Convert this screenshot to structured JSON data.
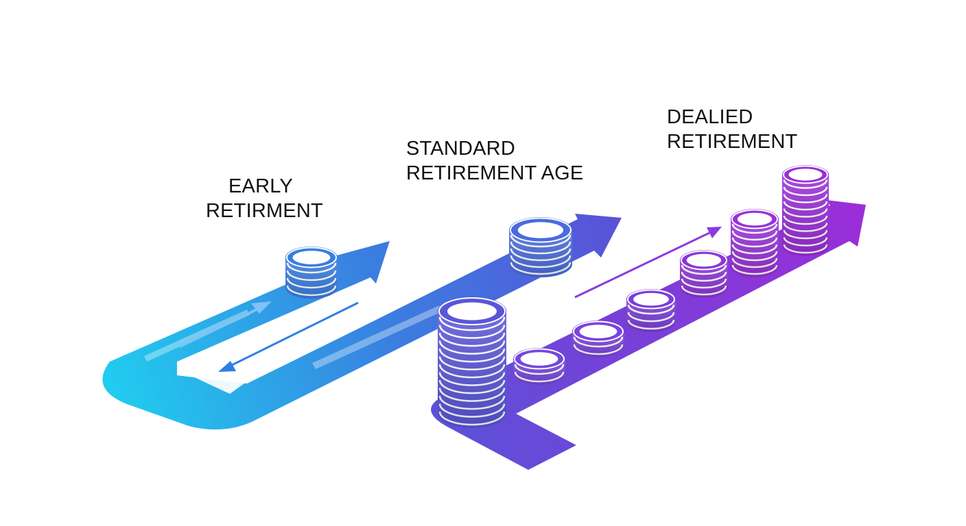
{
  "labels": {
    "early": {
      "line1": "EARLY",
      "line2": "RETIRMENT"
    },
    "standard": {
      "line1": "STANDARD",
      "line2": "RETIREMENT AGE"
    },
    "delayed": {
      "line1": "DEALIED",
      "line2": "RETIREMENT"
    }
  },
  "colors": {
    "cyan": "#1fd0f0",
    "blue": "#3a7ee0",
    "indigo": "#5a52d8",
    "violet": "#7a3ed8",
    "purple": "#9a2ed8",
    "coin_stripe": "#ffffff"
  },
  "coin_stacks": [
    {
      "stage": "early",
      "coins": 5
    },
    {
      "stage": "standard",
      "coins": 6
    },
    {
      "stage": "standard",
      "coins": 14
    },
    {
      "stage": "delayed",
      "coins": 3
    },
    {
      "stage": "delayed",
      "coins": 3
    },
    {
      "stage": "delayed",
      "coins": 4
    },
    {
      "stage": "delayed",
      "coins": 5
    },
    {
      "stage": "delayed",
      "coins": 8
    },
    {
      "stage": "delayed",
      "coins": 11
    }
  ]
}
